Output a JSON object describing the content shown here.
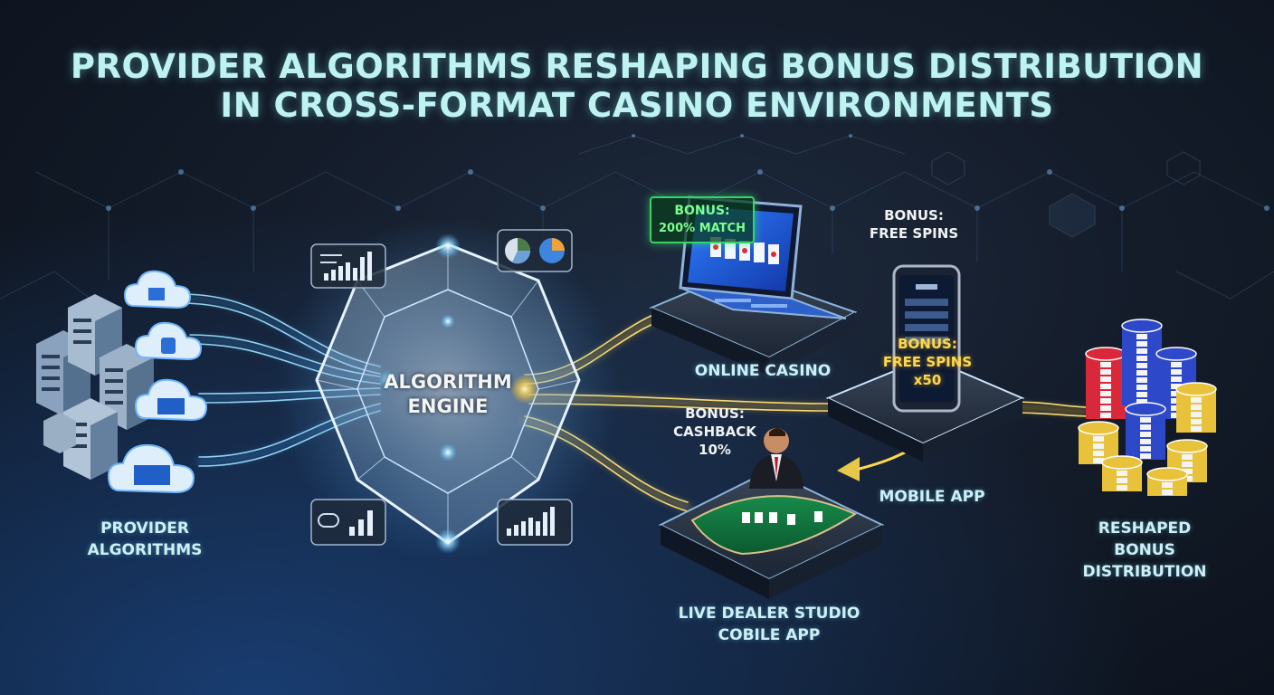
{
  "title": {
    "line1": "PROVIDER ALGORITHMS RESHAPING BONUS DISTRIBUTION",
    "line2": "IN CROSS-FORMAT CASINO ENVIRONMENTS"
  },
  "nodes": {
    "providers": {
      "line1": "PROVIDER",
      "line2": "ALGORITHMS"
    },
    "engine": {
      "line1": "ALGORITHM",
      "line2": "ENGINE"
    },
    "online_casino": {
      "label": "ONLINE CASINO"
    },
    "mobile_app": {
      "label": "MOBILE APP"
    },
    "live_dealer": {
      "line1": "LIVE DEALER STUDIO",
      "line2": "COBILE APP"
    },
    "reshaped": {
      "line1": "RESHAPED",
      "line2": "BONUS",
      "line3": "DISTRIBUTION"
    }
  },
  "bonuses": {
    "match": {
      "line1": "BONUS:",
      "line2": "200% MATCH"
    },
    "free_spins": {
      "line1": "BONUS:",
      "line2": "FREE SPINS"
    },
    "free_spins_x50": {
      "line1": "BONUS:",
      "line2": "FREE SPINS",
      "line3": "x50"
    },
    "cashback": {
      "line1": "BONUS:",
      "line2": "CASHBACK",
      "line3": "10%"
    }
  },
  "colors": {
    "title": "#bff3f2",
    "flow_blue": "#4fc3ff",
    "flow_gold": "#ffc93a",
    "bonus_green": "#37d36b",
    "chip_red": "#d8283a",
    "chip_blue": "#2d49c9",
    "chip_gold": "#e8c23a"
  },
  "icons": [
    "server-rack-icon",
    "cloud-icon",
    "bar-chart-icon",
    "pie-chart-icon",
    "laptop-icon",
    "smartphone-icon",
    "dealer-table-icon",
    "poker-chip-icon"
  ]
}
